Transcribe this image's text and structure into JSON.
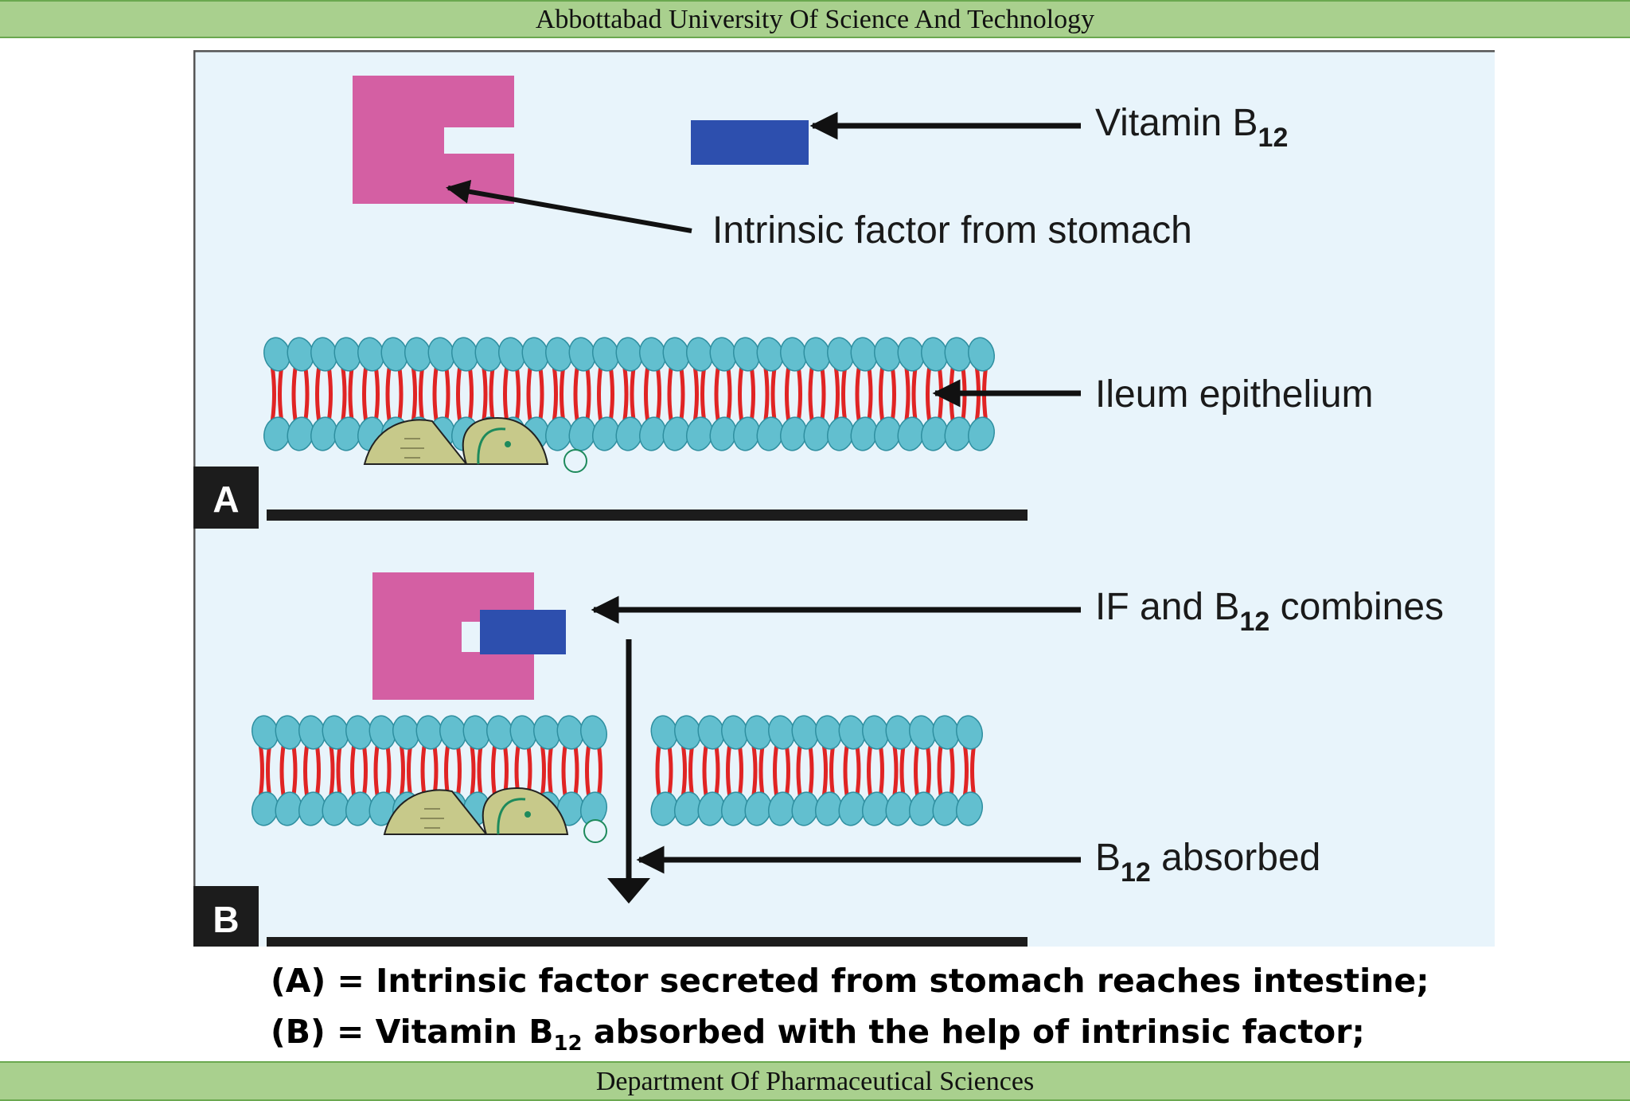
{
  "header": {
    "title": "Abbottabad University Of Science And Technology"
  },
  "footer": {
    "title": "Department Of Pharmaceutical Sciences"
  },
  "colors": {
    "banner": "#a9d08e",
    "panel_bg": "#e8f4fb",
    "intrinsic_factor": "#d45fa3",
    "vitamin_b12": "#2d4fae",
    "lipid_head": "#62bfcf",
    "lipid_tail": "#e02424",
    "protein": "#c7c98a"
  },
  "diagram": {
    "labels": {
      "vitamin_prefix": "Vitamin B",
      "vitamin_sub": "12",
      "intrinsic": "Intrinsic factor from stomach",
      "ileum": "Ileum epithelium",
      "combine_prefix": "IF and B",
      "combine_sub": "12",
      "combine_suffix": " combines",
      "absorbed_prefix": "B",
      "absorbed_sub": "12",
      "absorbed_suffix": " absorbed"
    },
    "panel_a_letter": "A",
    "panel_b_letter": "B"
  },
  "captions": {
    "a": "(A) = Intrinsic factor secreted from stomach reaches intestine;",
    "b_prefix": "(B) = Vitamin  B",
    "b_sub": "12",
    "b_suffix": " absorbed with the help of intrinsic factor;"
  }
}
